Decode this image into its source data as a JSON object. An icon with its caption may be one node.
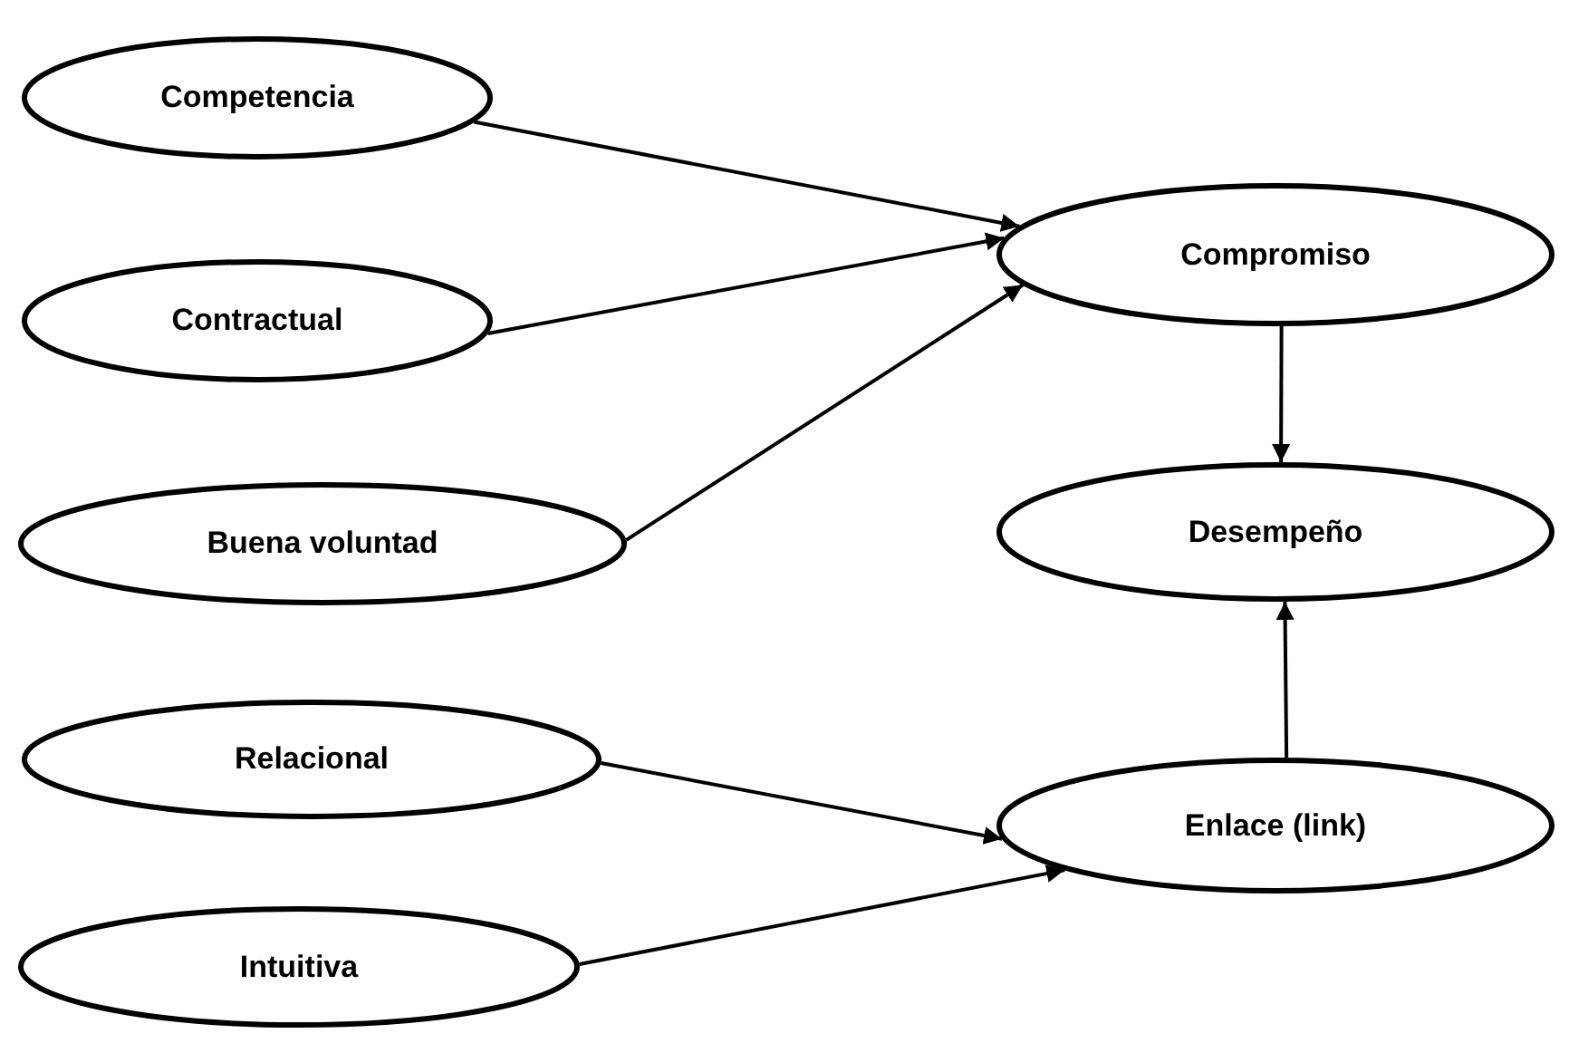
{
  "diagram": {
    "nodes": [
      {
        "text": [
          "Competencia"
        ]
      },
      {
        "text": [
          "Contractual"
        ]
      },
      {
        "text": [
          "Buena voluntad"
        ]
      },
      {
        "text": [
          "Relacional"
        ]
      },
      {
        "text": [
          "Intuitiva"
        ]
      },
      {
        "text": [
          "Compromiso"
        ]
      },
      {
        "text": [
          "Desempeño"
        ]
      },
      {
        "text": [
          "Enlace (link)"
        ]
      }
    ],
    "edges": [
      {
        "from": 0,
        "to": 5,
        "arrow": "to"
      },
      {
        "from": 1,
        "to": 5,
        "arrow": "to"
      },
      {
        "from": 2,
        "to": 5,
        "arrow": "to"
      },
      {
        "from": 5,
        "to": 6,
        "arrow": "to"
      },
      {
        "from": 3,
        "to": 7,
        "arrow": "to"
      },
      {
        "from": 4,
        "to": 7,
        "arrow": "to"
      },
      {
        "from": 7,
        "to": 6,
        "arrow": "to"
      }
    ]
  }
}
